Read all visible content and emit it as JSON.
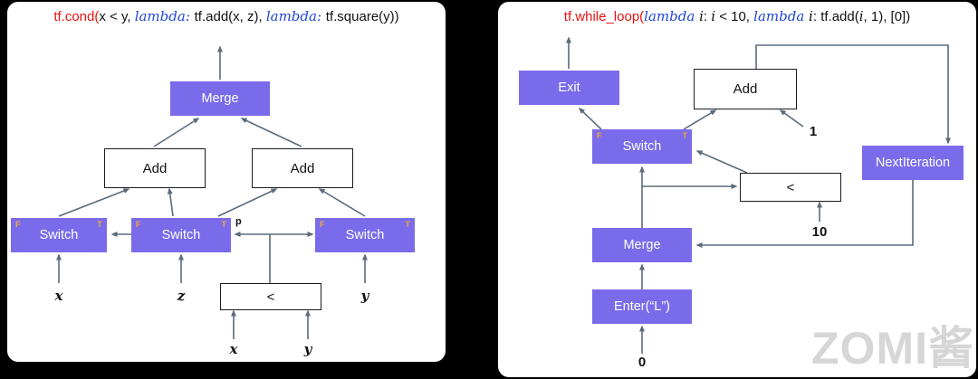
{
  "colors": {
    "node_purple": "#7a6bea",
    "wire": "#5b6b7b",
    "title_red": "#e81212",
    "title_blue": "#1f46d7",
    "ft_orange": "#f2a93b",
    "background": "#000000"
  },
  "left_panel": {
    "title_segments": [
      {
        "text": "tf.cond("
      },
      {
        "text": "x < y, "
      },
      {
        "text": "lambda"
      },
      {
        "text": ": "
      },
      {
        "text": "tf.add(x, z), "
      },
      {
        "text": "lambda"
      },
      {
        "text": ": "
      },
      {
        "text": "tf.square(y))"
      }
    ],
    "nodes": {
      "merge": "Merge",
      "add_left": "Add",
      "add_right": "Add",
      "switch_x": "Switch",
      "switch_z": "Switch",
      "switch_y": "Switch",
      "less": "<"
    },
    "port_labels": {
      "f": "F",
      "t": "T",
      "p": "p"
    },
    "inputs": {
      "x": "x",
      "z": "z",
      "y": "y",
      "x2": "x",
      "y2": "y"
    }
  },
  "right_panel": {
    "title_segments": [
      {
        "text": "tf.while_loop("
      },
      {
        "text": "lambda "
      },
      {
        "text": "i"
      },
      {
        "text": ": "
      },
      {
        "text": "i"
      },
      {
        "text": " < 10, "
      },
      {
        "text": "lambda "
      },
      {
        "text": "i"
      },
      {
        "text": ": tf.add("
      },
      {
        "text": "i"
      },
      {
        "text": ", 1), [0])"
      }
    ],
    "nodes": {
      "exit": "Exit",
      "add": "Add",
      "switch": "Switch",
      "next_iteration": "NextIteration",
      "less": "<",
      "merge": "Merge",
      "enter": "Enter(“L”)"
    },
    "port_labels": {
      "f": "F",
      "t": "T"
    },
    "inputs": {
      "zero": "0",
      "ten": "10",
      "one": "1"
    }
  },
  "watermark": {
    "text": "ZOMI酱"
  }
}
